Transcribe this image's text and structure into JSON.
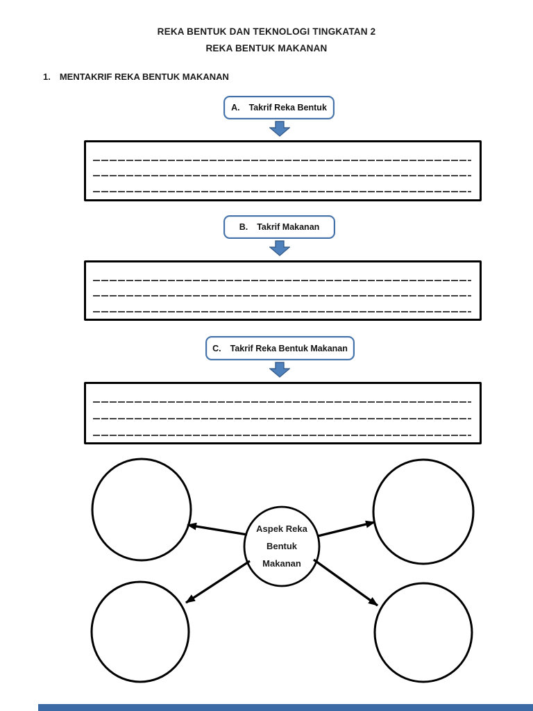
{
  "page": {
    "title_line1": "REKA BENTUK DAN TEKNOLOGI TINGKATAN 2",
    "title_line2": "REKA BENTUK MAKANAN",
    "section_number": "1.",
    "section_title": "MENTAKRIF REKA BENTUK MAKANAN"
  },
  "flow": [
    {
      "letter": "A.",
      "label": "Takrif Reka Bentuk"
    },
    {
      "letter": "B.",
      "label": "Takrif Makanan"
    },
    {
      "letter": "C.",
      "label": "Takrif Reka Bentuk Makanan"
    }
  ],
  "diagram": {
    "center_label_lines": [
      "Aspek Reka",
      "Bentuk",
      "Makanan"
    ]
  },
  "colors": {
    "label_box_border": "#4472a8",
    "arrow_fill": "#4f81bd",
    "arrow_stroke": "#385d8a",
    "answer_line": "#3d3d3d",
    "bottom_bar": "#3a69a6"
  }
}
